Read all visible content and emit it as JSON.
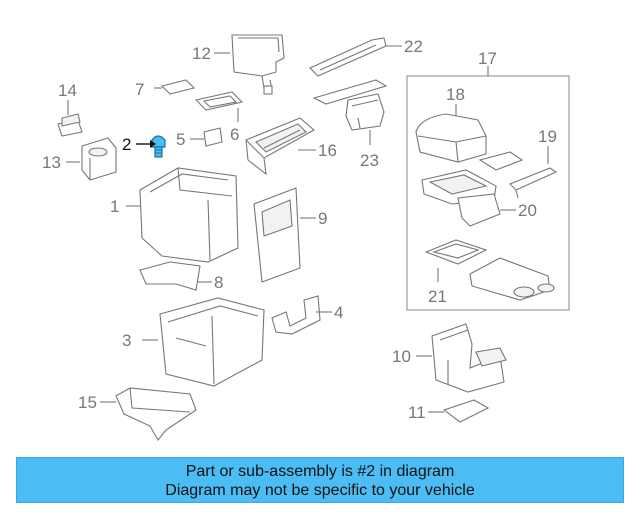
{
  "diagram": {
    "callouts": [
      "1",
      "2",
      "3",
      "4",
      "5",
      "6",
      "7",
      "8",
      "9",
      "10",
      "11",
      "12",
      "13",
      "14",
      "15",
      "16",
      "17",
      "18",
      "19",
      "20",
      "21",
      "22",
      "23"
    ],
    "highlighted_callout": "2",
    "highlight_color": "#4bbdf4"
  },
  "banner": {
    "line1": "Part or sub-assembly is #2 in diagram",
    "line2": "Diagram may not be specific to your vehicle",
    "background": "#4bbdf4"
  }
}
